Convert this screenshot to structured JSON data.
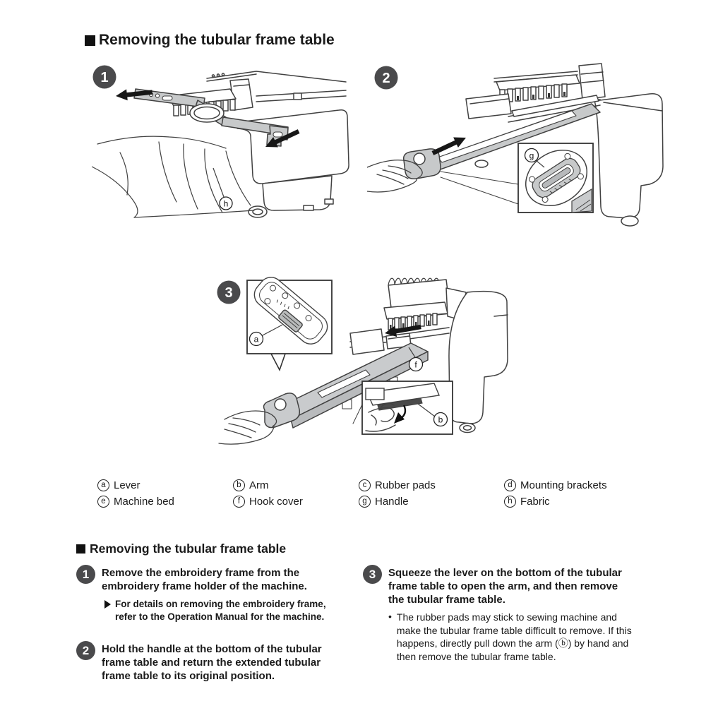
{
  "title": "Removing the tubular frame table",
  "figures": {
    "fig1": {
      "number": "1",
      "callout_h": "h"
    },
    "fig2": {
      "number": "2",
      "callout_g": "g"
    },
    "fig3": {
      "number": "3",
      "callout_a": "a",
      "callout_f": "f",
      "callout_b": "b"
    }
  },
  "legend": {
    "items": [
      {
        "key": "a",
        "label": "Lever"
      },
      {
        "key": "b",
        "label": "Arm"
      },
      {
        "key": "c",
        "label": "Rubber pads"
      },
      {
        "key": "d",
        "label": "Mounting brackets"
      },
      {
        "key": "e",
        "label": "Machine bed"
      },
      {
        "key": "f",
        "label": "Hook cover"
      },
      {
        "key": "g",
        "label": "Handle"
      },
      {
        "key": "h",
        "label": "Fabric"
      }
    ]
  },
  "instructions": {
    "title": "Removing the tubular frame table",
    "steps": [
      {
        "number": "1",
        "text": "Remove the embroidery frame from the embroidery frame holder of the machine.",
        "note": "For details on removing the embroidery frame, refer to the Operation Manual for the machine."
      },
      {
        "number": "2",
        "text": "Hold the handle at the bottom of the tubular frame table and return the extended tubular frame table to its original position."
      },
      {
        "number": "3",
        "text": "Squeeze the lever on the bottom of the tubular frame table to open the arm, and then remove the tubular frame table.",
        "note": "The rubber pads may stick to sewing machine and make the tubular frame table difficult to remove. If this happens, directly pull down the arm (ⓑ) by hand and then remove the tubular frame table."
      }
    ]
  },
  "colors": {
    "badge": "#4a4a4c",
    "line_art": "#414141",
    "part_gray": "#c7c9ca",
    "arrow_black": "#171717"
  }
}
